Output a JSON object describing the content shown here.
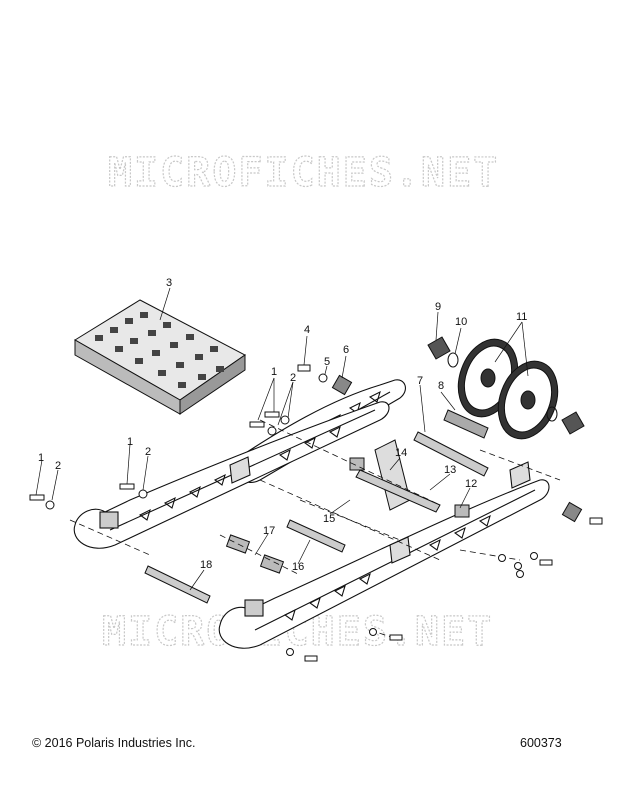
{
  "watermark": "MICROFICHES.NET",
  "callouts": [
    "1",
    "2",
    "3",
    "4",
    "5",
    "6",
    "7",
    "8",
    "9",
    "10",
    "11",
    "12",
    "13",
    "14",
    "15",
    "16",
    "17",
    "18"
  ],
  "footer": {
    "copyright": "© 2016 Polaris Industries Inc.",
    "diagram_id": "600373"
  }
}
